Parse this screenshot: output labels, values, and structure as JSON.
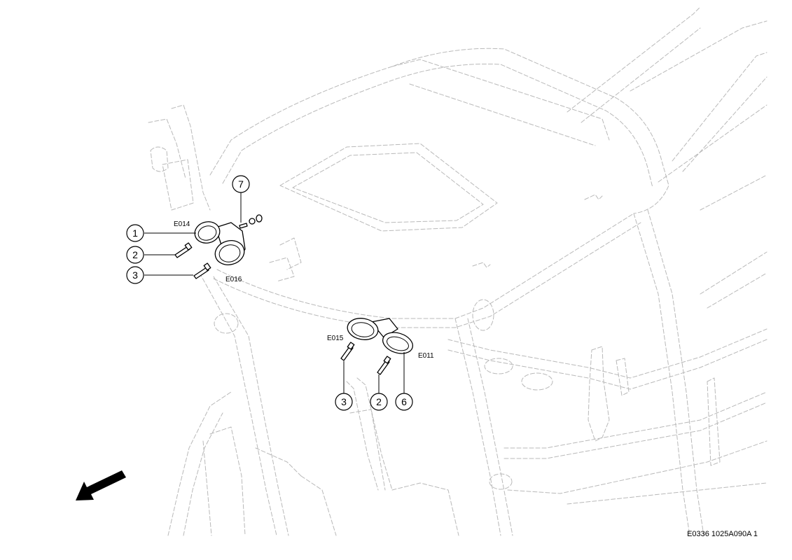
{
  "diagram": {
    "reference_code": "E0336 1025A090A 1",
    "callouts": [
      {
        "label": "1"
      },
      {
        "label": "2"
      },
      {
        "label": "3"
      },
      {
        "label": "7"
      },
      {
        "label": "3"
      },
      {
        "label": "2"
      },
      {
        "label": "6"
      }
    ],
    "part_codes": [
      {
        "label": "E014"
      },
      {
        "label": "E016"
      },
      {
        "label": "E015"
      },
      {
        "label": "E011"
      }
    ],
    "direction_icon": "forward-arrow-icon"
  }
}
